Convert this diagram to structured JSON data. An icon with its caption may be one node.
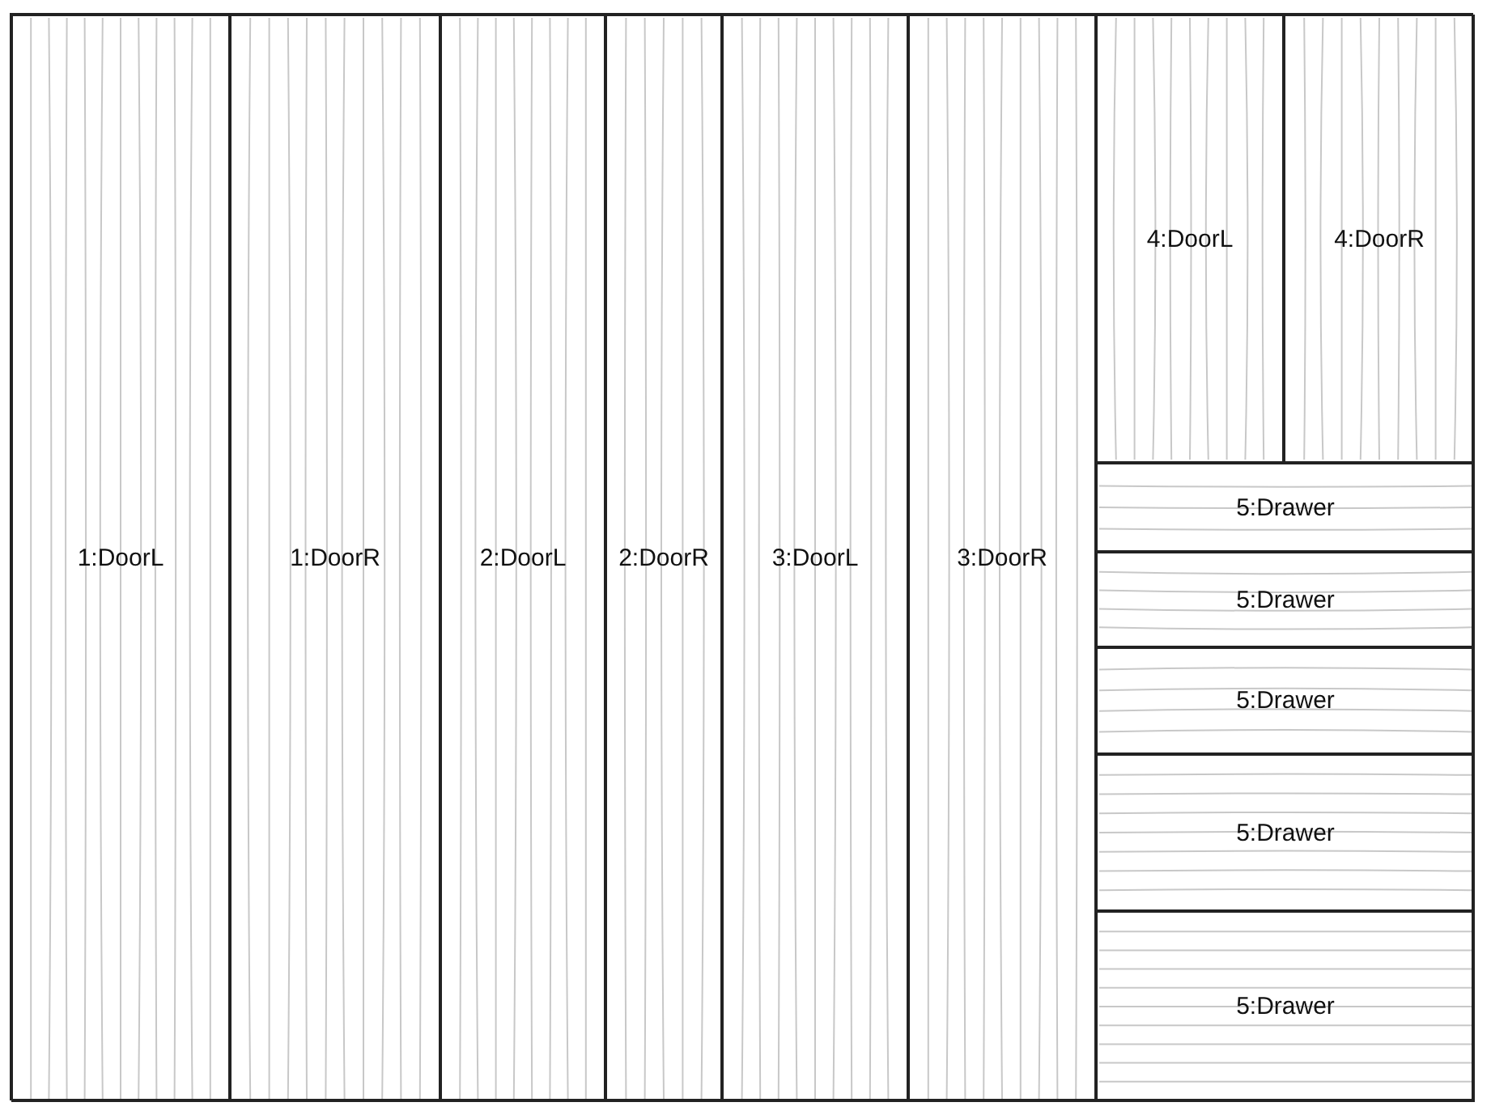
{
  "diagram": {
    "nodes": [
      {
        "text": [
          "1:DoorL"
        ]
      },
      {
        "text": [
          "1:DoorR"
        ]
      },
      {
        "text": [
          "2:DoorL"
        ]
      },
      {
        "text": [
          "2:DoorR"
        ]
      },
      {
        "text": [
          "3:DoorL"
        ]
      },
      {
        "text": [
          "3:DoorR"
        ]
      },
      {
        "text": [
          "4:DoorL"
        ]
      },
      {
        "text": [
          "4:DoorR"
        ]
      },
      {
        "text": [
          "5:Drawer"
        ]
      },
      {
        "text": [
          "5:Drawer"
        ]
      },
      {
        "text": [
          "5:Drawer"
        ]
      },
      {
        "text": [
          "5:Drawer"
        ]
      },
      {
        "text": [
          "5:Drawer"
        ]
      }
    ]
  }
}
